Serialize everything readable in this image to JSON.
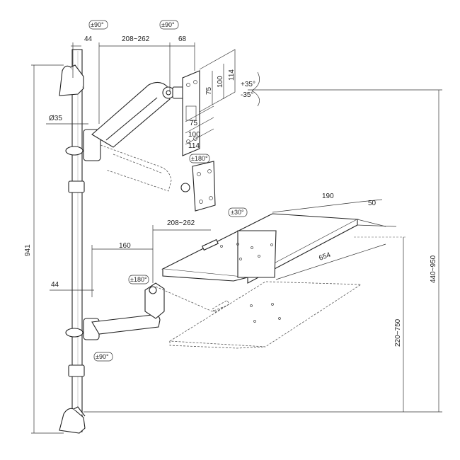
{
  "dimensions": {
    "top_left_44": "44",
    "top_reach": "208~262",
    "top_68": "68",
    "top_rot_90": "±90°",
    "top_rot_90_b": "±90°",
    "pole_dia": "Ø35",
    "vesa_75_a": "75",
    "vesa_100_a": "100",
    "vesa_114_a": "114",
    "vesa_75_b": "75",
    "vesa_100_b": "100",
    "vesa_114_b": "114",
    "tilt_up": "+35°",
    "tilt_down": "-35°",
    "rot_180_top": "±180°",
    "total_height": "941",
    "height_range": "440~950",
    "tray_width": "190",
    "tray_50": "50",
    "tray_tilt": "±30°",
    "tray_reach": "208~262",
    "arm_160": "160",
    "tray_length": "654",
    "rot_180_bottom": "±180°",
    "bottom_44": "44",
    "bottom_height": "220~750",
    "rot_90_bottom": "±90°"
  }
}
